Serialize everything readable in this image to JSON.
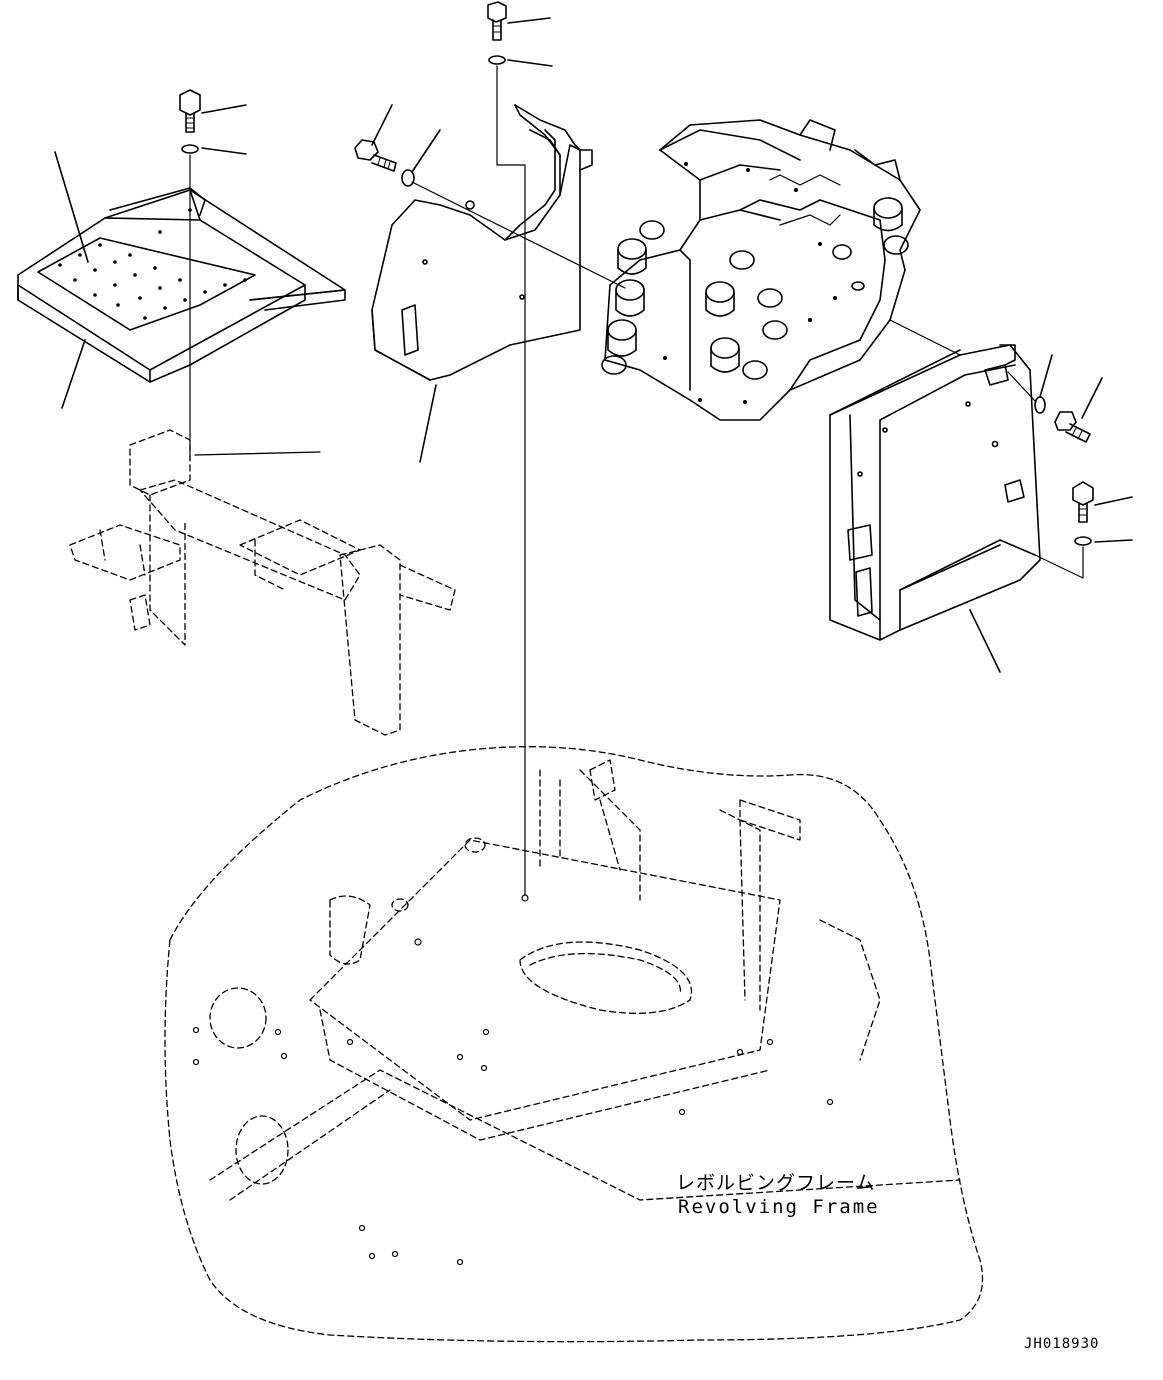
{
  "frame_label_jp": "レボルビングフレーム",
  "frame_label_en": "Revolving Frame",
  "drawing_code": "JH018930",
  "colors": {
    "ink": "#000000",
    "paper": "#ffffff",
    "shade": "#dddddd"
  },
  "components": [
    "hex-bolt-icon",
    "washer-icon",
    "step-plate",
    "step-support-bracket",
    "control-valve-cover",
    "main-control-valve",
    "valve-bracket",
    "revolving-frame"
  ]
}
